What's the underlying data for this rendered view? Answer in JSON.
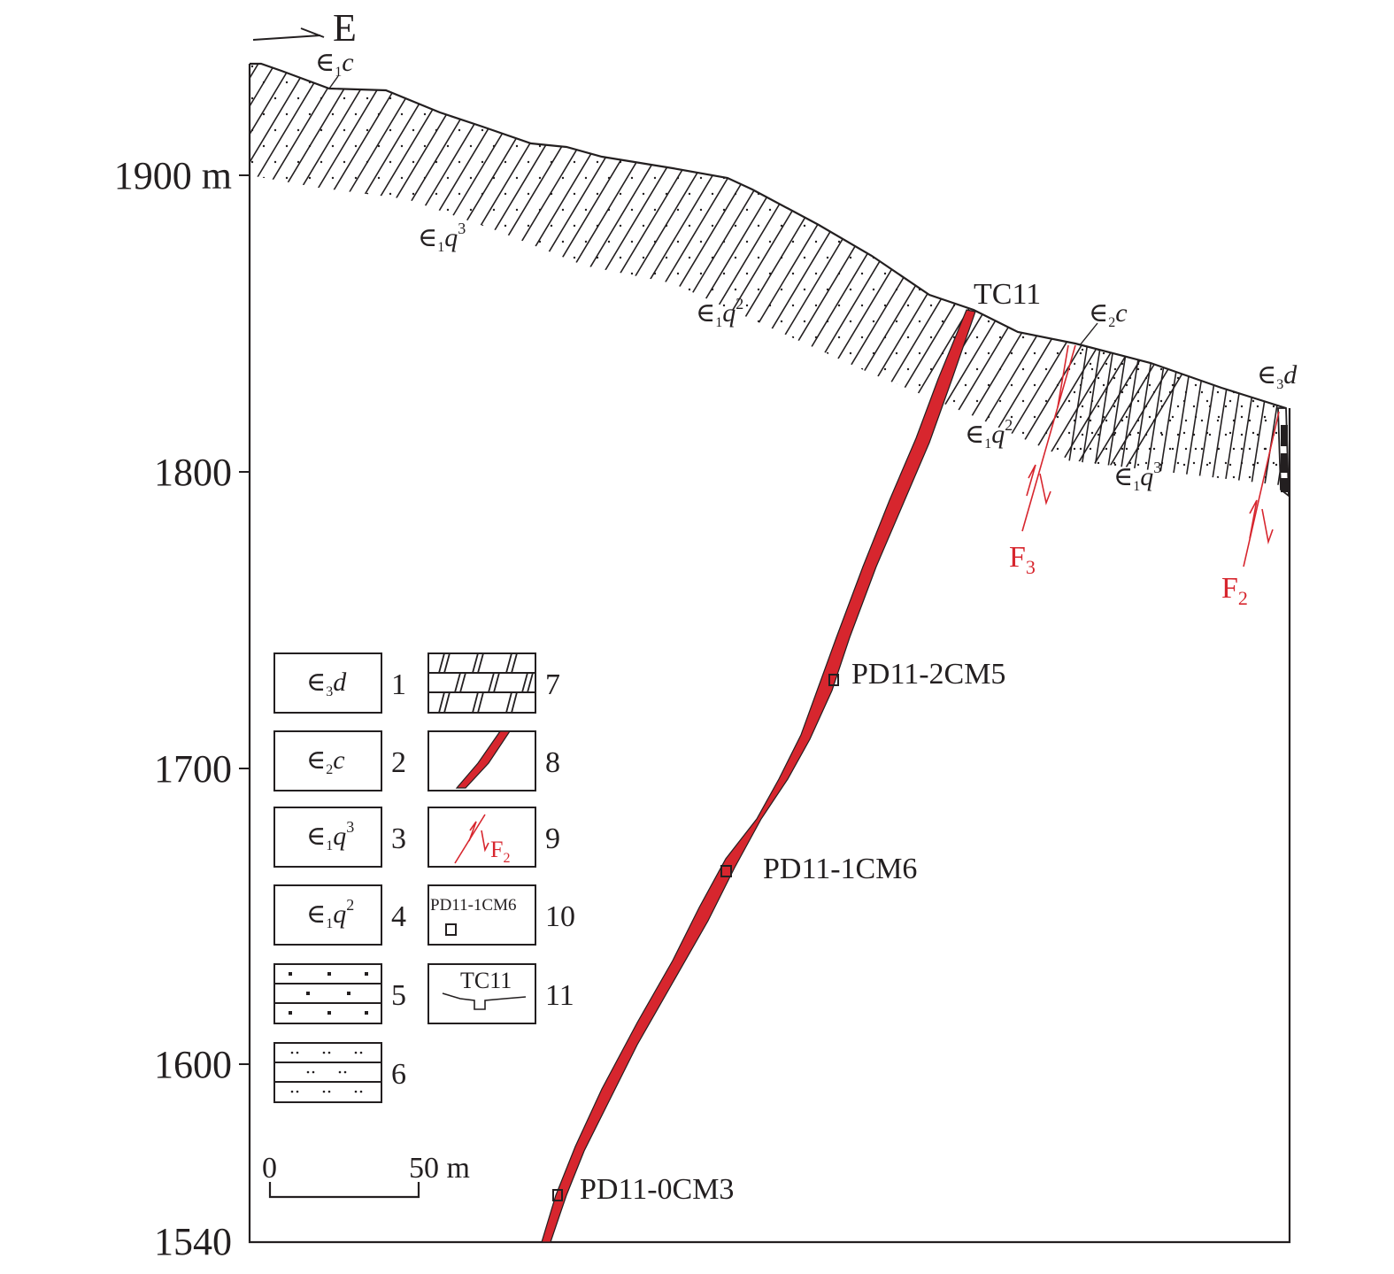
{
  "orientation": {
    "label": "E"
  },
  "elevation_axis": {
    "ticks": [
      {
        "label": "1900 m",
        "value": 1900
      },
      {
        "label": "1800",
        "value": 1800
      },
      {
        "label": "1700",
        "value": 1700
      },
      {
        "label": "1600",
        "value": 1600
      },
      {
        "label": "1540",
        "value": 1540
      }
    ]
  },
  "surface_units": [
    {
      "base": "∈",
      "sub": "1",
      "it": "c",
      "sup": ""
    },
    {
      "base": "∈",
      "sub": "1",
      "it": "q",
      "sup": "3"
    },
    {
      "base": "∈",
      "sub": "1",
      "it": "q",
      "sup": "2"
    },
    {
      "base": "∈",
      "sub": "2",
      "it": "c",
      "sup": ""
    },
    {
      "base": "∈",
      "sub": "1",
      "it": "q",
      "sup": "2"
    },
    {
      "base": "∈",
      "sub": "1",
      "it": "q",
      "sup": "3"
    },
    {
      "base": "∈",
      "sub": "3",
      "it": "d",
      "sup": ""
    }
  ],
  "trench": {
    "label": "TC11"
  },
  "faults": [
    {
      "name": "F",
      "sub": "3"
    },
    {
      "name": "F",
      "sub": "2"
    }
  ],
  "samples": [
    {
      "label": "PD11-2CM5"
    },
    {
      "label": "PD11-1CM6"
    },
    {
      "label": "PD11-0CM3"
    }
  ],
  "legend": [
    {
      "num": "1",
      "base": "∈",
      "sub": "3",
      "it": "d",
      "sup": ""
    },
    {
      "num": "2",
      "base": "∈",
      "sub": "2",
      "it": "c",
      "sup": ""
    },
    {
      "num": "3",
      "base": "∈",
      "sub": "1",
      "it": "q",
      "sup": "3"
    },
    {
      "num": "4",
      "base": "∈",
      "sub": "1",
      "it": "q",
      "sup": "2"
    },
    {
      "num": "5"
    },
    {
      "num": "6"
    },
    {
      "num": "7"
    },
    {
      "num": "8"
    },
    {
      "num": "9",
      "fault_name": "F",
      "fault_sub": "2"
    },
    {
      "num": "10",
      "sample": "PD11-1CM6"
    },
    {
      "num": "11",
      "trench": "TC11"
    }
  ],
  "scale_bar": {
    "start": "0",
    "end": "50 m"
  },
  "colors": {
    "ink": "#231f20",
    "orebody": "#d7262e",
    "fault": "#d7262e"
  }
}
